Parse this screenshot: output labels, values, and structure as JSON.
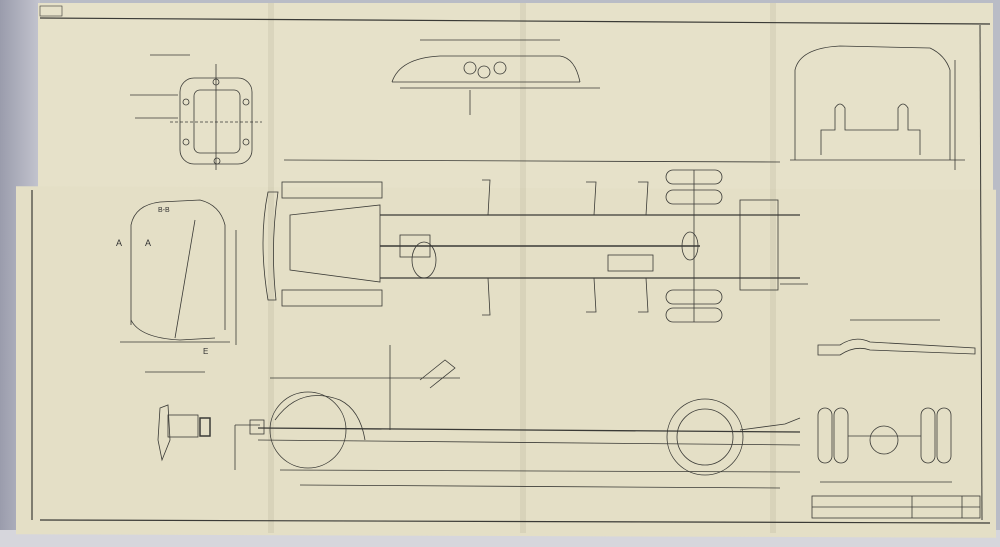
{
  "document": {
    "type": "engineering-blueprint",
    "subject": "vehicle chassis layout drawing",
    "paper_color": "#e4dfc6",
    "line_color": "#3a3a36",
    "background_color": "#b9bcc6"
  },
  "views": [
    {
      "name": "frame-crossmember-detail",
      "position": "top-left"
    },
    {
      "name": "instrument-panel-section",
      "position": "top-center"
    },
    {
      "name": "cab-rear-section",
      "position": "top-right"
    },
    {
      "name": "cab-front-section",
      "position": "middle-left",
      "labels": [
        "A",
        "A",
        "B-B",
        "E"
      ]
    },
    {
      "name": "chassis-plan-view",
      "position": "center"
    },
    {
      "name": "hub-detail",
      "position": "lower-left"
    },
    {
      "name": "chassis-side-elevation",
      "position": "bottom-center"
    },
    {
      "name": "rear-axle-end-view",
      "position": "lower-right"
    },
    {
      "name": "frame-side-detail",
      "position": "right-middle"
    },
    {
      "name": "title-block",
      "position": "bottom-right"
    }
  ],
  "labels": {
    "section_a_left": "A",
    "section_a_right": "A",
    "section_bb": "B-B",
    "section_e": "E"
  }
}
